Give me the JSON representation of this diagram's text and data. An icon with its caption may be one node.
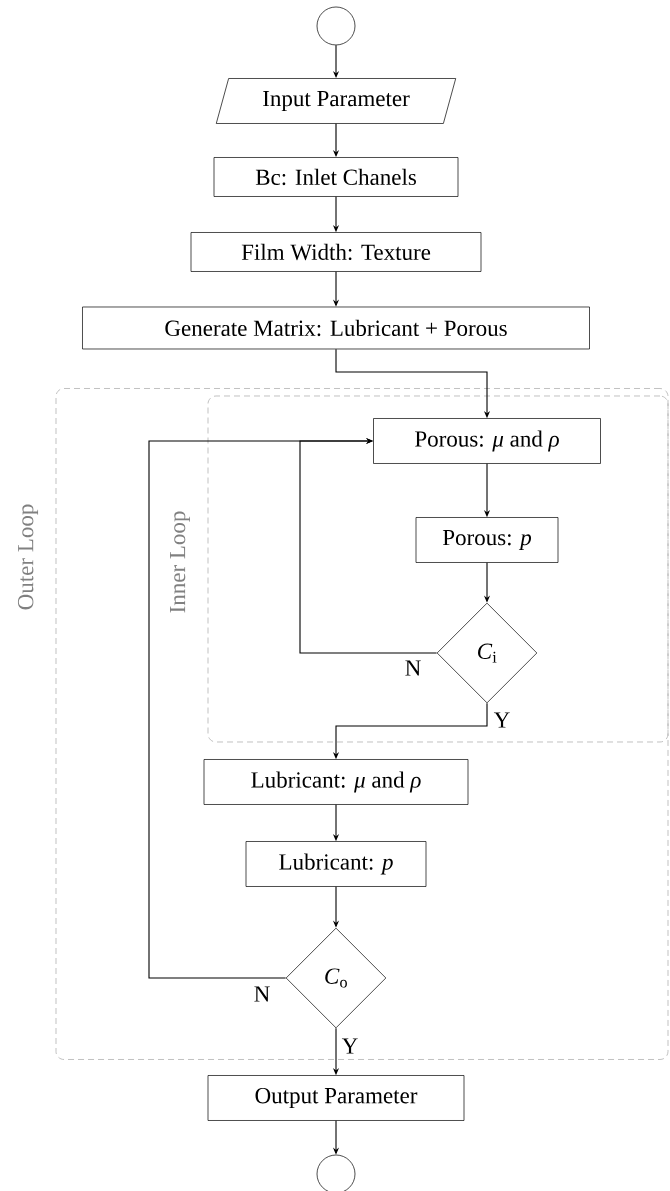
{
  "diagram": {
    "nodes": [
      {
        "text": [],
        "shape": "circle"
      },
      {
        "text": [
          "Input Parameter"
        ]
      },
      {
        "text": [
          "Bc: Inlet Chanels"
        ]
      },
      {
        "text": [
          "Film Width: Texture"
        ]
      },
      {
        "text": [
          "Generate Matrix: Lubricant + Porous"
        ]
      },
      {
        "text": [
          "Outer Loop"
        ]
      },
      {
        "text": [
          "Inner Loop"
        ],
        "in": 5
      },
      {
        "text": [
          "Porous: *μ* and *ρ*"
        ],
        "in": 6
      },
      {
        "text": [
          "Porous: *p*"
        ],
        "in": 6
      },
      {
        "text": [
          "*C*$_{i}$"
        ],
        "in": 6
      },
      {
        "text": [
          "Lubricant: *μ* and *ρ*"
        ],
        "in": 5
      },
      {
        "text": [
          "Lubricant: *p*"
        ],
        "in": 5
      },
      {
        "text": [
          "*C*$_{o}$"
        ],
        "in": 5
      },
      {
        "text": [
          "Output Parameter"
        ]
      },
      {
        "text": [],
        "shape": "circle"
      }
    ],
    "edges": [
      {
        "from": 0,
        "to": 1,
        "arrow": "to"
      },
      {
        "from": 1,
        "to": 2,
        "arrow": "to"
      },
      {
        "from": 2,
        "to": 3,
        "arrow": "to"
      },
      {
        "from": 3,
        "to": 4,
        "arrow": "to"
      },
      {
        "from": 4,
        "to": 7,
        "arrow": "to"
      },
      {
        "from": 7,
        "to": 8,
        "arrow": "to"
      },
      {
        "from": 8,
        "to": 9,
        "arrow": "to"
      },
      {
        "from": 9,
        "to": 7,
        "arrow": "to",
        "label": "N"
      },
      {
        "from": 9,
        "to": 10,
        "arrow": "to",
        "label": "Y"
      },
      {
        "from": 10,
        "to": 11,
        "arrow": "to"
      },
      {
        "from": 11,
        "to": 12,
        "arrow": "to"
      },
      {
        "from": 12,
        "to": 7,
        "arrow": "to",
        "label": "N"
      },
      {
        "from": 12,
        "to": 13,
        "arrow": "to",
        "label": "Y"
      },
      {
        "from": 13,
        "to": 14,
        "arrow": "to"
      }
    ]
  }
}
